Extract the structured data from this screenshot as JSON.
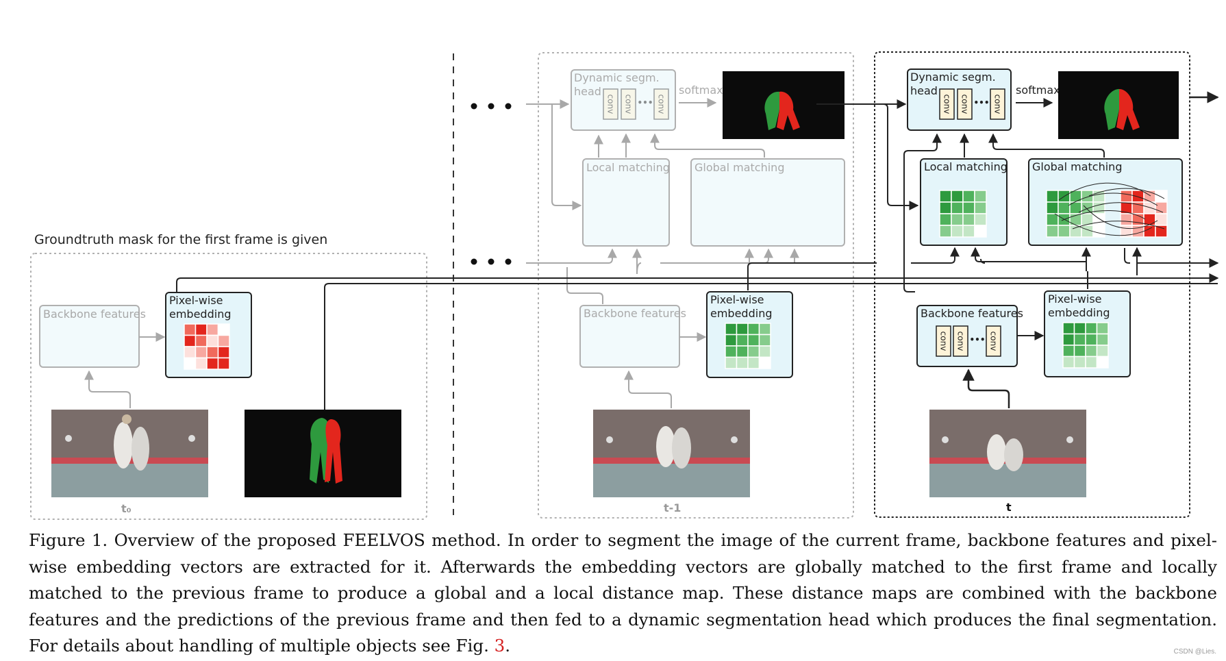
{
  "figure": {
    "labels": {
      "groundtruth_note": "Groundtruth mask for the first frame is given",
      "backbone": "Backbone features",
      "pixel_wise_1": "Pixel-wise",
      "pixel_wise_2": "embedding",
      "dyn_head_1": "Dynamic segm.",
      "dyn_head_2": "head",
      "softmax": "softmax",
      "local_matching": "Local matching",
      "global_matching": "Global matching",
      "conv": "conv",
      "ellipsis": "•••",
      "time_t0": "t₀",
      "time_t1": "t-1",
      "time_t": "t"
    },
    "colors": {
      "active_box_fill": "#e4f5fa",
      "faded_box_fill": "#f2fafc",
      "red_strong": "#e3261d",
      "green_strong": "#2e9a3e",
      "conv_fill": "#fdf3d8"
    }
  },
  "caption": {
    "main": "Figure 1. Overview of the proposed FEELVOS method. In order to segment the image of the current frame, backbone features and pixel-wise embedding vectors are extracted for it. Afterwards the embedding vectors are globally matched to the first frame and locally matched to the previous frame to produce a global and a local distance map. These distance maps are combined with the backbone features and the predictions of the previous frame and then fed to a dynamic segmentation head which produces the final segmentation. For details about handling of multiple objects see Fig. ",
    "fig_ref": "3",
    "end": "."
  },
  "watermark": "CSDN @Lies."
}
